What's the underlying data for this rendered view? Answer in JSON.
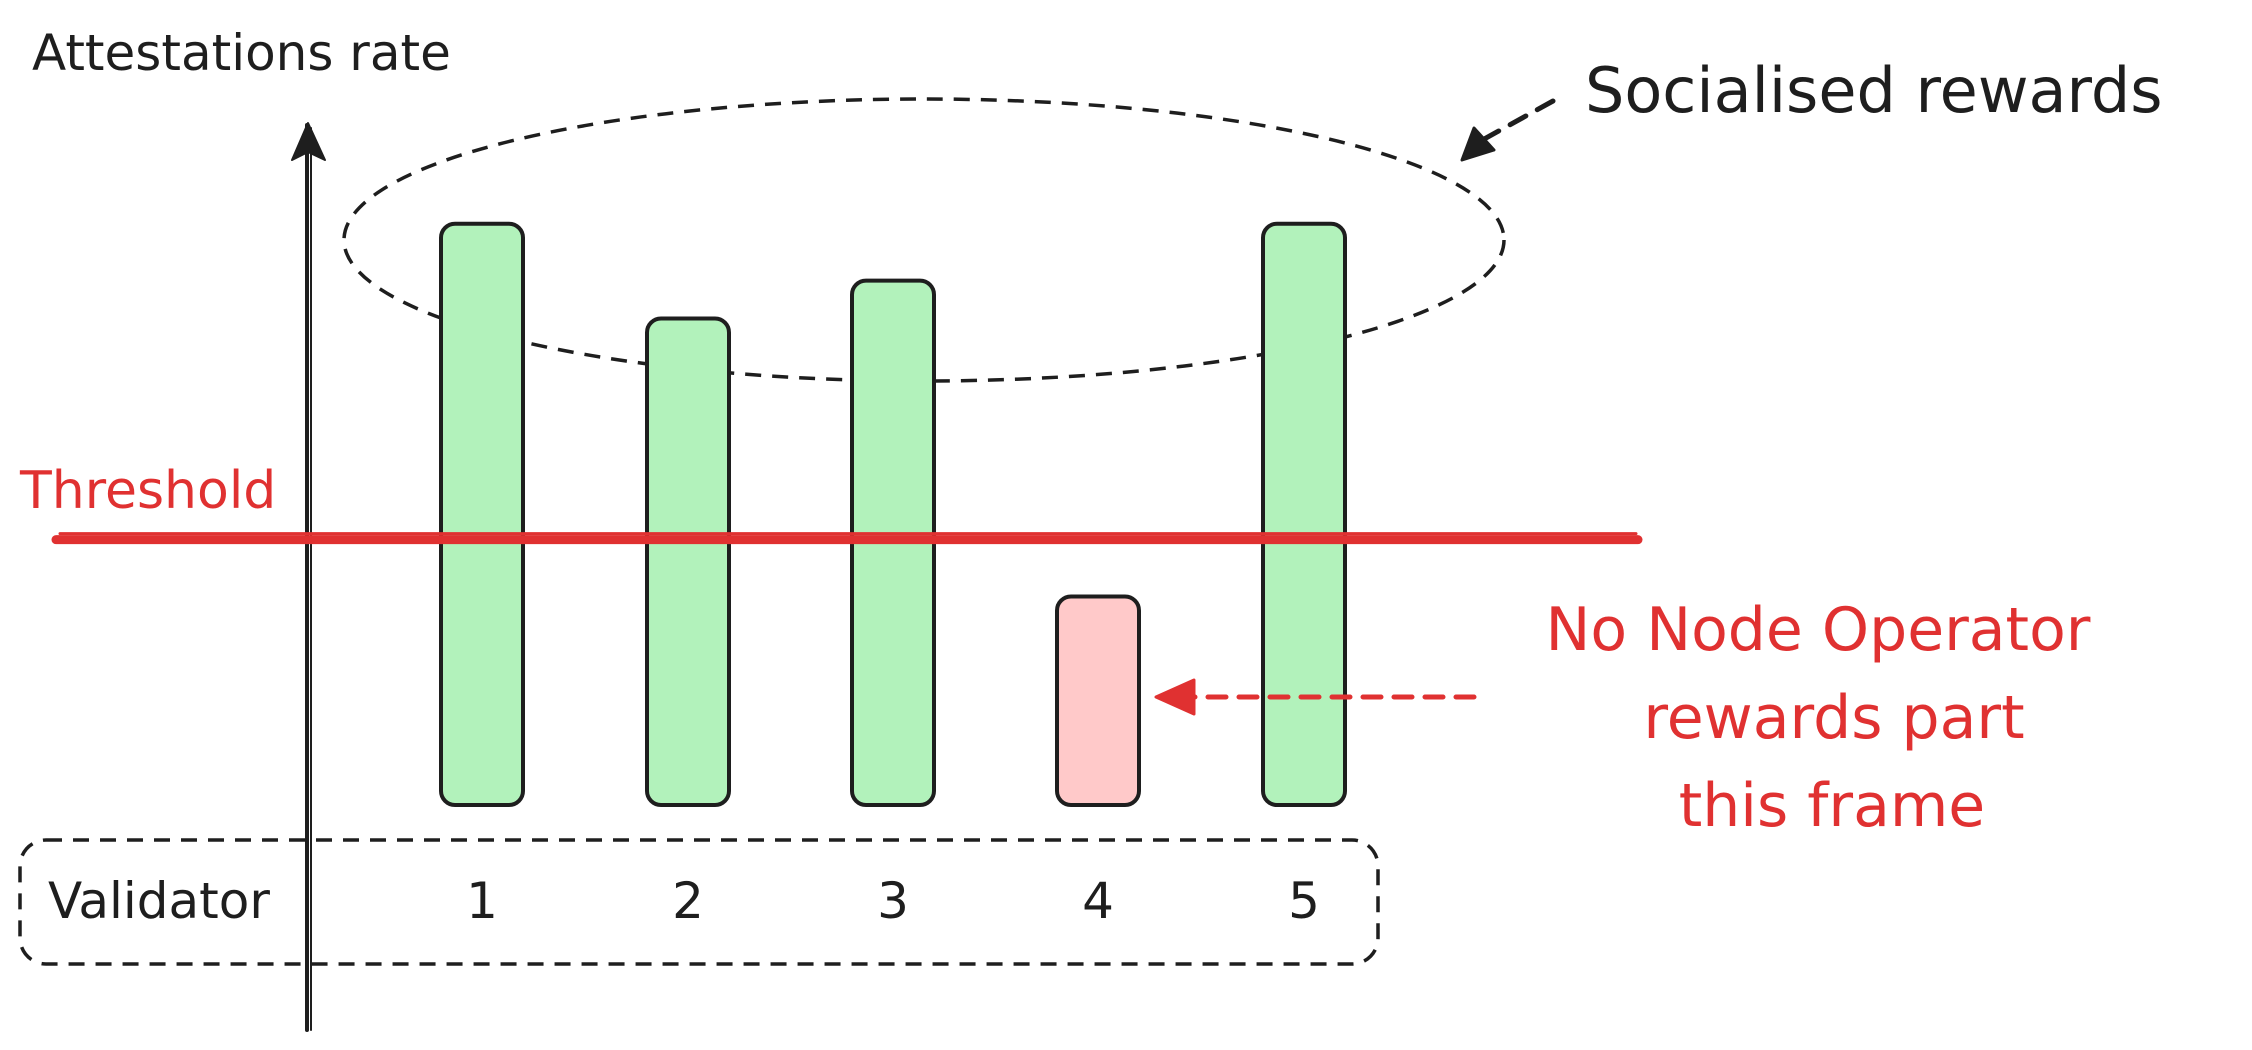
{
  "chart_data": {
    "type": "bar",
    "y_axis_label": "Attestations rate",
    "x_axis_label": "Validator",
    "categories": [
      "1",
      "2",
      "3",
      "4",
      "5"
    ],
    "values": [
      0.92,
      0.77,
      0.83,
      0.33,
      0.92
    ],
    "bar_status": [
      "above",
      "above",
      "above",
      "below",
      "above"
    ],
    "threshold": {
      "label": "Threshold",
      "value": 0.42
    },
    "ylim": [
      0,
      1.1
    ],
    "grid": false,
    "colors": {
      "above_threshold_fill": "#b2f2bb",
      "below_threshold_fill": "#ffc9c9",
      "threshold_line": "#e03131",
      "outline": "#1e1e1e",
      "annotation_red": "#e03131"
    }
  },
  "annotations": {
    "socialised": {
      "text": "Socialised rewards",
      "icon": "dashed-arrow"
    },
    "no_rewards": {
      "lines": [
        "No Node Operator",
        "rewards part",
        "this frame"
      ],
      "icon": "dashed-arrow"
    }
  }
}
